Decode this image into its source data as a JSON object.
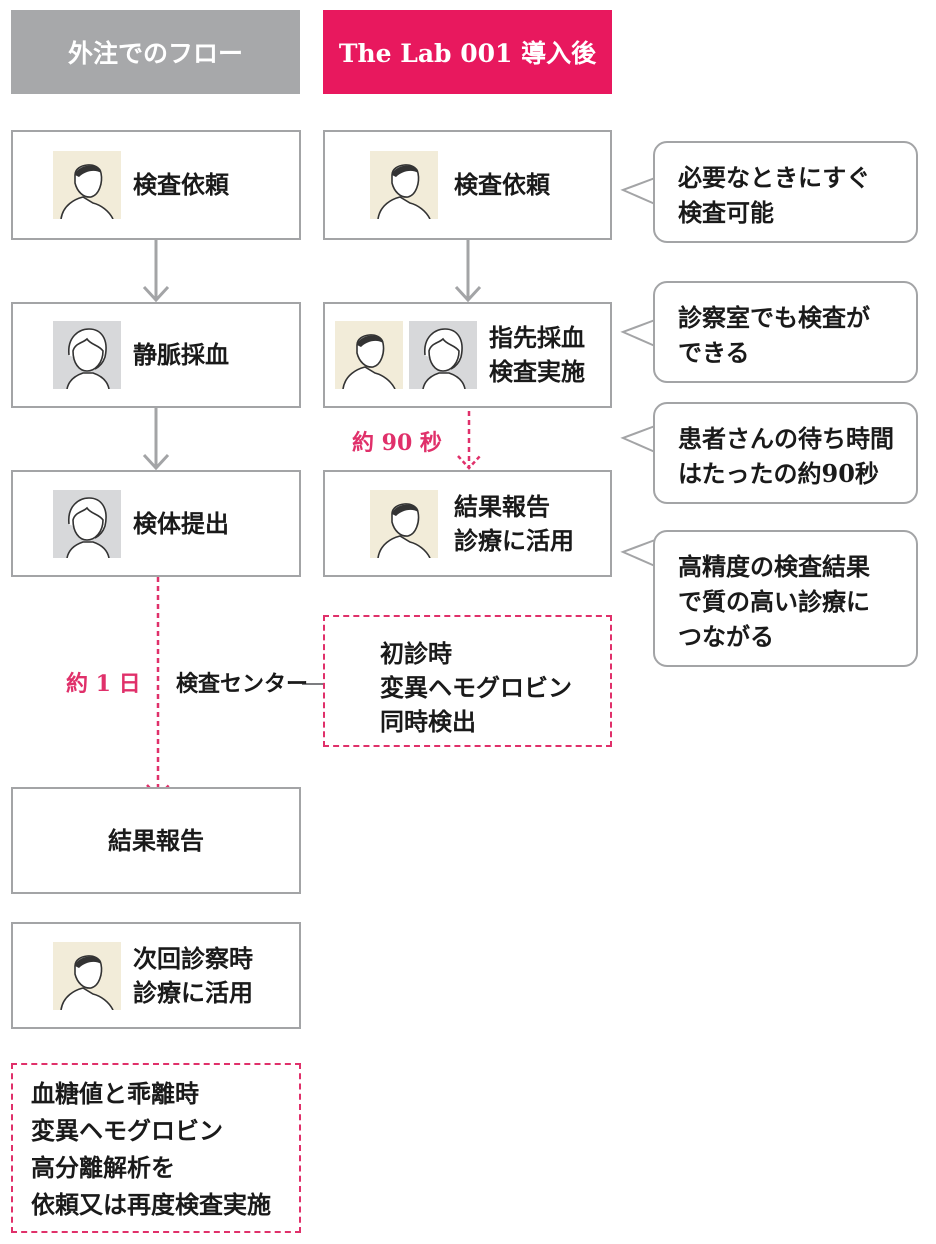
{
  "headers": {
    "left": "外注でのフロー",
    "right": "The Lab 001 導入後"
  },
  "left_flow": {
    "step1": "検査依頼",
    "step2": "静脈採血",
    "step3": "検体提出",
    "duration": "約 1 日",
    "center": "検査センター",
    "step4": "結果報告",
    "step5": {
      "line1": "次回診察時",
      "line2": "診療に活用"
    },
    "note": {
      "line1": "血糖値と乖離時",
      "line2": "変異ヘモグロビン",
      "line3": "高分離解析を",
      "line4": "依頼又は再度検査実施"
    }
  },
  "right_flow": {
    "step1": "検査依頼",
    "step2": {
      "line1": "指先採血",
      "line2": "検査実施"
    },
    "duration": "約 90 秒",
    "step3": {
      "line1": "結果報告",
      "line2": "診療に活用"
    },
    "note": {
      "line1": "初診時",
      "line2": "変異ヘモグロビン",
      "line3": "同時検出"
    }
  },
  "bubbles": {
    "b1": {
      "line1": "必要なときにすぐ",
      "line2": "検査可能"
    },
    "b2": {
      "line1": "診察室でも検査が",
      "line2": "できる"
    },
    "b3": {
      "line1": "患者さんの待ち時間",
      "line2": "はたったの約90秒"
    },
    "b4": {
      "line1": "高精度の検査結果",
      "line2": "で質の高い診療に",
      "line3": "つながる"
    }
  },
  "colors": {
    "accent": "#e8185e",
    "gray_header": "#a7a8aa",
    "box_border": "#a3a4a6",
    "doctor_bg": "#f2ecd9",
    "nurse_bg": "#d7d8da"
  },
  "icons": {
    "doctor": "doctor-avatar-icon",
    "nurse": "nurse-avatar-icon"
  }
}
